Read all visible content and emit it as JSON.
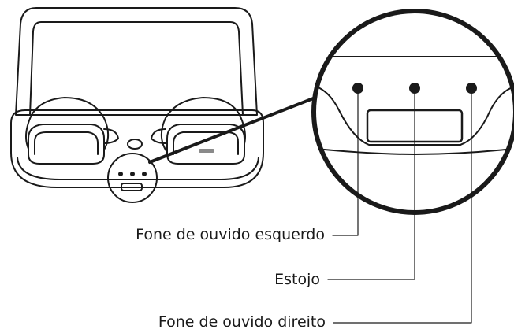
{
  "labels": {
    "left_earbud": "Fone de ouvido esquerdo",
    "case": "Estojo",
    "right_earbud": "Fone de ouvido direito"
  },
  "colors": {
    "stroke": "#1a1a1a",
    "background": "#ffffff",
    "led_gray": "#8a8a8a"
  }
}
